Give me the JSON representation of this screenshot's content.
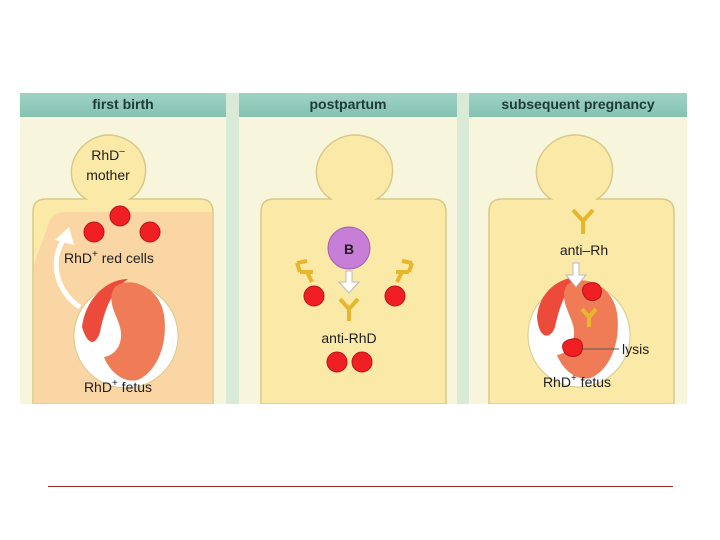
{
  "panels": [
    {
      "title": "first birth",
      "labels": {
        "mother_line1": "RhD",
        "mother_sup": "–",
        "mother_line2": "mother",
        "red_cells_base": "RhD",
        "red_cells_sup": "+",
        "red_cells_rest": " red cells",
        "fetus_base": "RhD",
        "fetus_sup": "+",
        "fetus_rest": " fetus"
      }
    },
    {
      "title": "postpartum",
      "labels": {
        "b_cell": "B",
        "antibody": "anti-RhD"
      }
    },
    {
      "title": "subsequent pregnancy",
      "labels": {
        "antibody": "anti–Rh",
        "lysis": "lysis",
        "fetus_base": "RhD",
        "fetus_sup": "+",
        "fetus_rest": " fetus"
      }
    }
  ],
  "colors": {
    "body": "#fbe9a8",
    "body_outline": "#d9c988",
    "red_cell": "#ef1f24",
    "antibody": "#e8b62c",
    "b_cell": "#c77ed6",
    "womb": "#f6a487",
    "fetus": "#ef7c57",
    "header": "#93cbbd"
  },
  "icons": [
    "red-cell-icon",
    "antibody-icon",
    "b-cell-icon",
    "arrow-icon",
    "fetus-icon"
  ]
}
